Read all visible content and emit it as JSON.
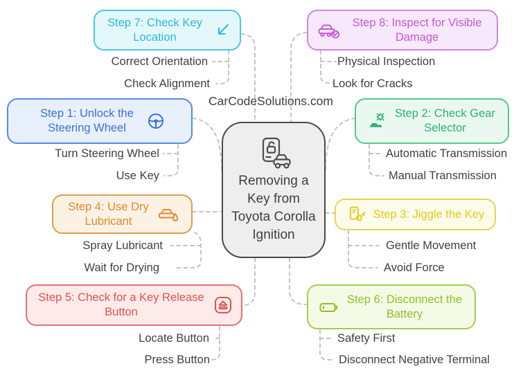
{
  "watermark": "CarCodeSolutions.com",
  "watermark_color": "#3b4045",
  "connector_color": "#c4c4c4",
  "subitem_text_color": "#3f3f3f",
  "center": {
    "title": "Removing a Key from Toyota Corolla Ignition",
    "icon": "key-fob-car-icon",
    "bg": "#eeeeee",
    "border": "#4a4a4a",
    "text_color": "#3f3f3f"
  },
  "steps": [
    {
      "title": "Step 7: Check Key Location",
      "icon": "arrow-down-left-icon",
      "text": "#29b9e0",
      "border": "#45c7e8",
      "bg": "#e4f8fc",
      "subitems": [
        "Correct Orientation",
        "Check Alignment"
      ]
    },
    {
      "title": "Step 8: Inspect for Visible Damage",
      "icon": "car-check-icon",
      "text": "#c558da",
      "border": "#cd85de",
      "bg": "#f7e9fb",
      "subitems": [
        "Physical Inspection",
        "Look for Cracks"
      ]
    },
    {
      "title": "Step 1: Unlock the Steering Wheel",
      "icon": "steering-wheel-icon",
      "text": "#3d6fd7",
      "border": "#548ae8",
      "bg": "#e8f0fd",
      "subitems": [
        "Turn Steering Wheel",
        "Use Key"
      ]
    },
    {
      "title": "Step 2: Check Gear Selector",
      "icon": "gear-car-icon",
      "text": "#2eb172",
      "border": "#52c98a",
      "bg": "#e9f9f0",
      "subitems": [
        "Automatic Transmission",
        "Manual Transmission"
      ]
    },
    {
      "title": "Step 4: Use Dry Lubricant",
      "icon": "car-lubricant-icon",
      "text": "#e0882f",
      "border": "#e39a4d",
      "bg": "#fcf2e4",
      "subitems": [
        "Spray Lubricant",
        "Wait for Drying"
      ]
    },
    {
      "title": "Step 3: Jiggle the Key",
      "icon": "ignition-key-icon",
      "text": "#e0cc1d",
      "border": "#e6d552",
      "bg": "#fdfbe9",
      "subitems": [
        "Gentle Movement",
        "Avoid Force"
      ]
    },
    {
      "title": "Step 5: Check for a Key Release Button",
      "icon": "eject-button-icon",
      "text": "#e05252",
      "border": "#e4716f",
      "bg": "#fdebea",
      "subitems": [
        "Locate Button",
        "Press Button"
      ]
    },
    {
      "title": "Step 6: Disconnect the Battery",
      "icon": "battery-icon",
      "text": "#8fbf26",
      "border": "#a4cc50",
      "bg": "#f4fae6",
      "subitems": [
        "Safety First",
        "Disconnect Negative Terminal"
      ]
    }
  ]
}
